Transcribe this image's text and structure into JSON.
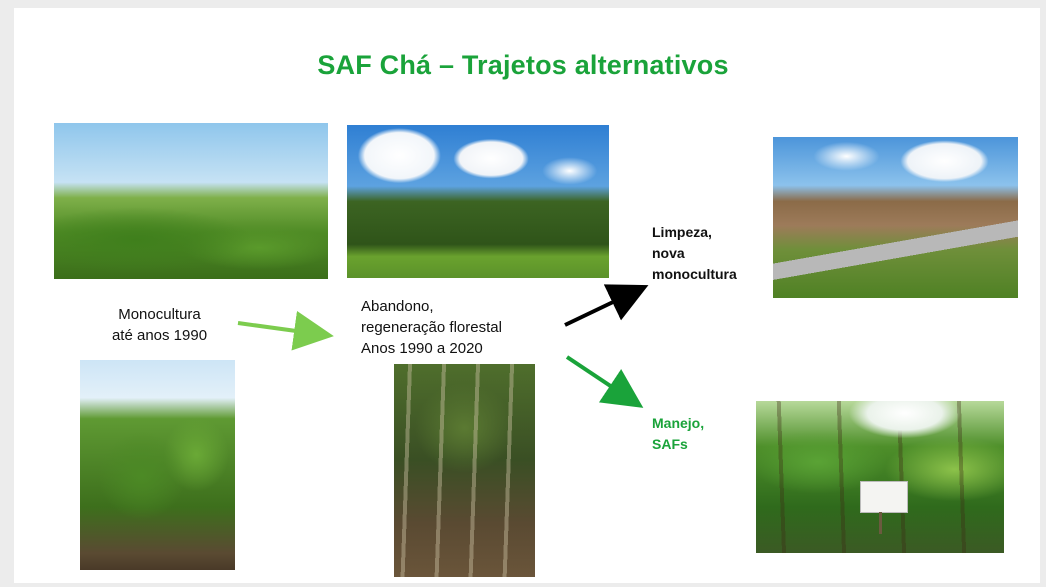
{
  "slide": {
    "title": "SAF Chá – Trajetos alternativos",
    "colors": {
      "title": "#1aa33a",
      "green_arrow_light": "#7ccc4e",
      "green_arrow_dark": "#1aa33a",
      "black_arrow": "#000000"
    },
    "labels": {
      "stage1": [
        "Monocultura",
        "até anos 1990"
      ],
      "stage2": [
        "Abandono,",
        "regeneração florestal",
        "Anos 1990 a 2020"
      ],
      "path_a": [
        "Limpeza,",
        "nova",
        "monocultura"
      ],
      "path_b": [
        "Manejo,",
        "SAFs"
      ]
    }
  }
}
